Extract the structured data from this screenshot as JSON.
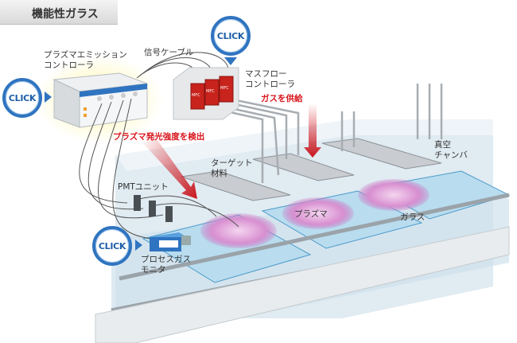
{
  "title": "機能性ガラス",
  "click_label": "CLICK",
  "labels": {
    "plasma_emission_controller": "プラズマエミッション\nコントローラ",
    "signal_cable": "信号ケーブル",
    "mass_flow_controller": "マスフロー\nコントローラ",
    "gas_supply": "ガスを供給",
    "detect_emission": "プラズマ発光強度を検出",
    "target_material": "ターゲット\n材料",
    "vacuum_chamber": "真空\nチャンバ",
    "pmt_unit": "PMTユニット",
    "plasma": "プラズマ",
    "glass": "ガラス",
    "process_gas_monitor": "プロセスガス\nモニタ",
    "mfc": "MFC"
  },
  "colors": {
    "accent": "#2f74c0",
    "highlight": "#d8161d",
    "mfc": "#c8231d",
    "plasma": "#c86fc0"
  }
}
